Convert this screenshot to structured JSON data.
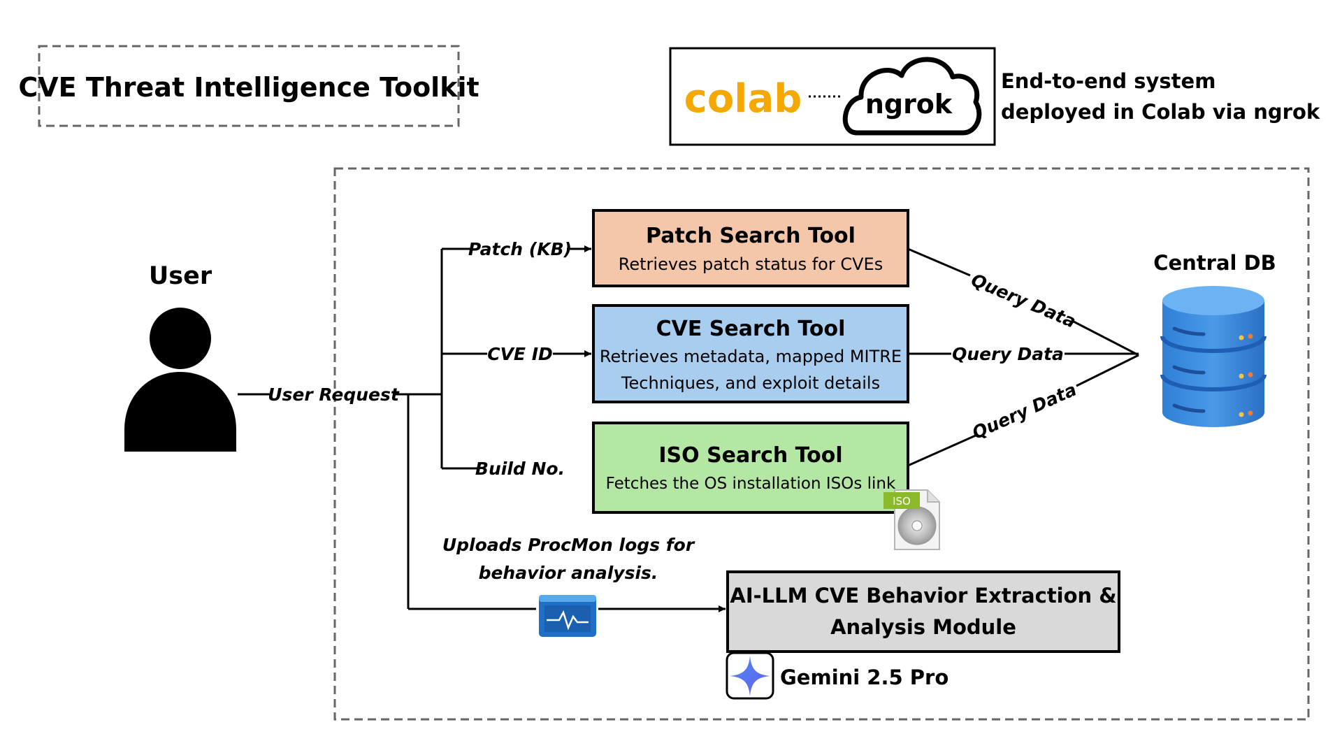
{
  "title": "CVE Threat Intelligence Toolkit",
  "deploy": {
    "colab": "colab",
    "ngrok": "ngrok",
    "caption_line1": "End-to-end system",
    "caption_line2": "deployed in Colab via ngrok"
  },
  "user": {
    "label": "User",
    "request": "User Request"
  },
  "routes": {
    "patch": "Patch (KB)",
    "cve": "CVE ID",
    "build": "Build No.",
    "upload_line1": "Uploads ProcMon logs for",
    "upload_line2": "behavior analysis."
  },
  "tools": {
    "patch": {
      "title": "Patch Search Tool",
      "desc1": "Retrieves patch status for CVEs",
      "color": "#f4c7ab"
    },
    "cve": {
      "title": "CVE Search Tool",
      "desc1": "Retrieves metadata, mapped MITRE",
      "desc2": "Techniques, and exploit details",
      "color": "#a9cdef"
    },
    "iso": {
      "title": "ISO Search Tool",
      "desc1": "Fetches the OS installation ISOs link",
      "color": "#b4e6a4"
    }
  },
  "iso_badge": "ISO",
  "db": {
    "label": "Central DB",
    "query1": "Query Data",
    "query2": "Query Data",
    "query3": "Query Data"
  },
  "ai": {
    "line1": "AI-LLM CVE Behavior Extraction &",
    "line2": "Analysis Module",
    "color": "#d9d9d9"
  },
  "model": "Gemini 2.5 Pro",
  "icons": [
    "user-icon",
    "colab-logo",
    "ngrok-cloud-icon",
    "database-icon",
    "iso-disc-icon",
    "log-monitor-icon",
    "gemini-icon"
  ]
}
